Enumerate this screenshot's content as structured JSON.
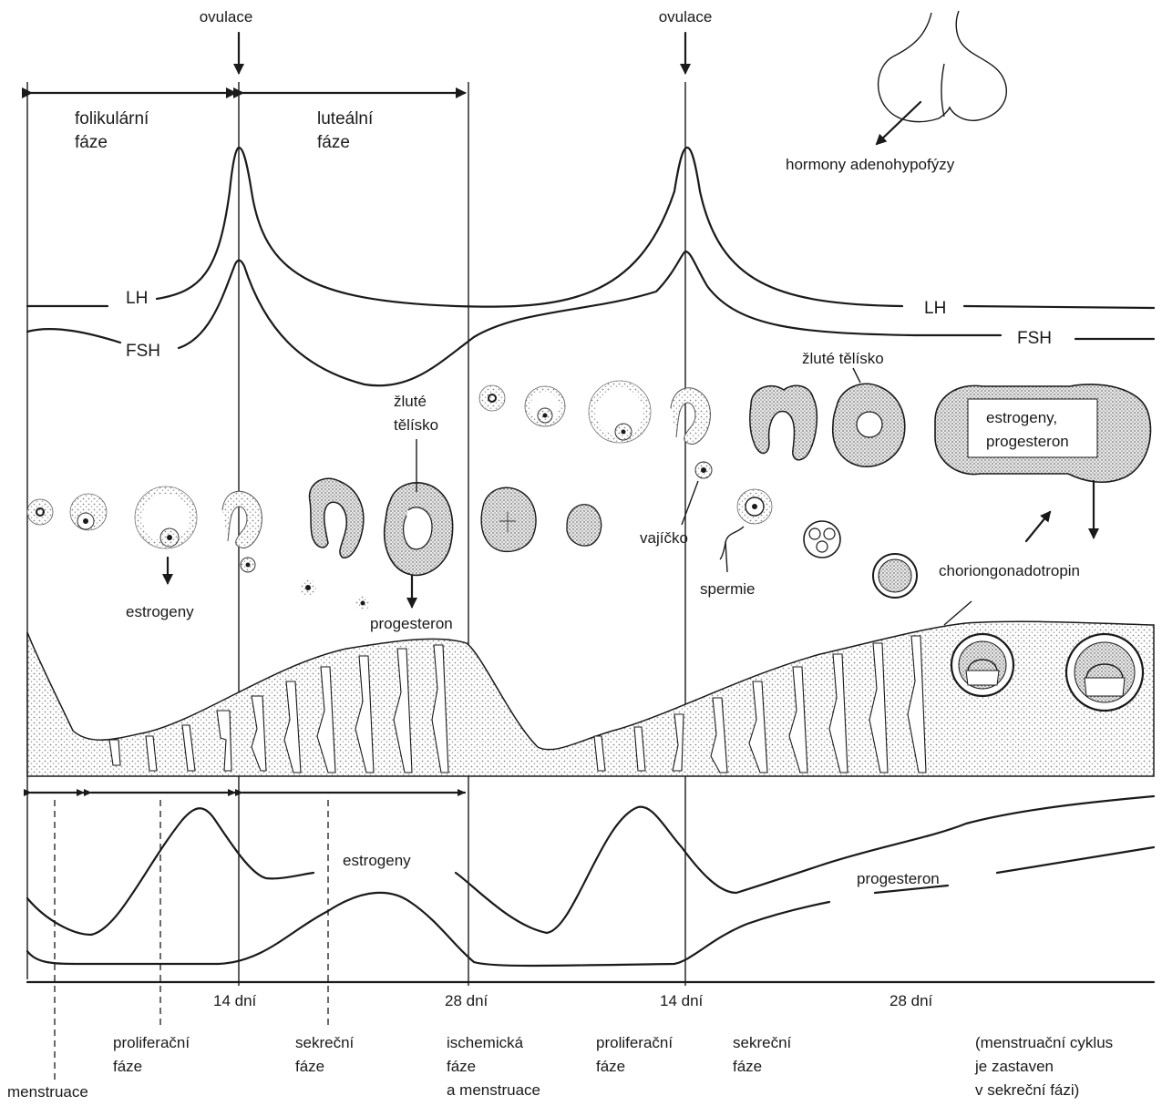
{
  "ovulation_labels": [
    "ovulace",
    "ovulace"
  ],
  "phases": {
    "follicular": [
      "folikulární",
      "fáze"
    ],
    "luteal": [
      "luteální",
      "fáze"
    ]
  },
  "pituitary_label": "hormony adenohypofýzy",
  "hormones": {
    "lh_left": "LH",
    "fsh_left": "FSH",
    "lh_right": "LH",
    "fsh_right": "FSH"
  },
  "corpus_luteum_1": [
    "žluté",
    "tělísko"
  ],
  "corpus_luteum_2": "žluté tělísko",
  "estrogens_small": "estrogeny",
  "progesterone_small": "progesteron",
  "egg": "vajíčko",
  "sperm": "spermie",
  "hcg": "choriongonadotropin",
  "box_hormones": [
    "estrogeny,",
    "progesteron"
  ],
  "bottom_hormones": {
    "estrogen": "estrogeny",
    "progesterone": "progesteron"
  },
  "day_ticks": [
    "14 dní",
    "28 dní",
    "14 dní",
    "28 dní"
  ],
  "bottom_phases": {
    "menstruation": "menstruace",
    "proliferative_1": [
      "proliferační",
      "fáze"
    ],
    "secretory_1": [
      "sekreční",
      "fáze"
    ],
    "ischemic": [
      "ischemická",
      "fáze",
      "a menstruace"
    ],
    "proliferative_2": [
      "proliferační",
      "fáze"
    ],
    "secretory_2": [
      "sekreční",
      "fáze"
    ],
    "note": [
      "(menstruační cyklus",
      "je zastaven",
      "v sekreční fázi)"
    ]
  },
  "colors": {
    "ink": "#1a1a1a",
    "stipple": "#9a9a9a",
    "background": "#ffffff"
  }
}
